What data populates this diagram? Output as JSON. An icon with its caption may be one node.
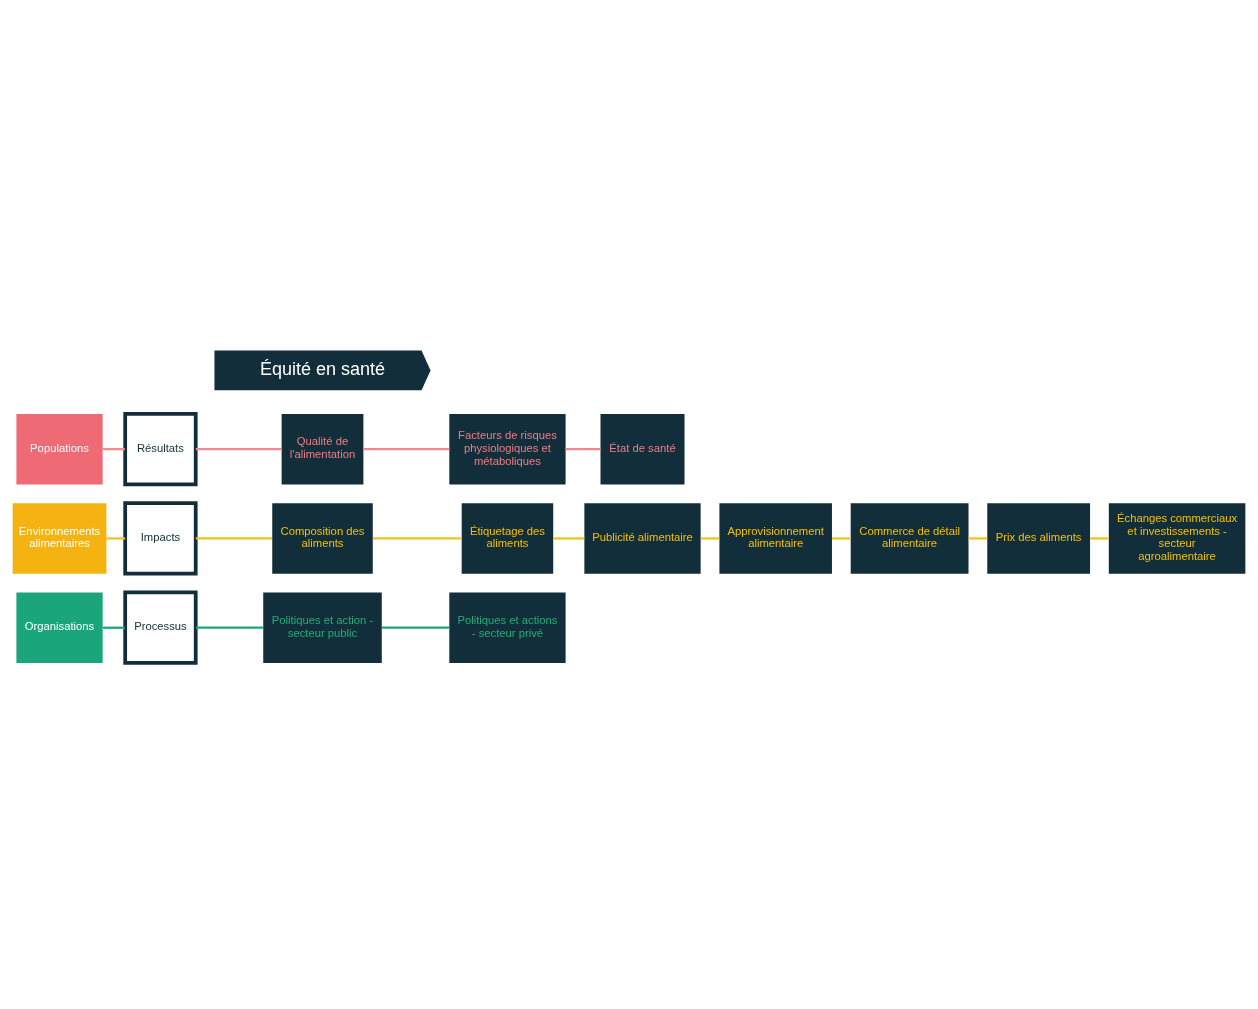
{
  "diagram": {
    "nodes": [
      {
        "text": [
          "Organisations"
        ]
      },
      {
        "text": [
          "Processus"
        ]
      },
      {
        "text": [
          "Politiques et action - secteur public"
        ]
      },
      {
        "text": [
          "Politiques et actions - secteur privé"
        ]
      },
      {
        "text": [
          "Environnements alimentaires"
        ]
      },
      {
        "text": [
          "Impacts"
        ]
      },
      {
        "text": [
          "Composition des aliments"
        ]
      },
      {
        "text": [
          "Étiquetage des aliments"
        ]
      },
      {
        "text": [
          "Publicité alimentaire"
        ]
      },
      {
        "text": [
          "Approvisionnement alimentaire"
        ]
      },
      {
        "text": [
          "Commerce de détail alimentaire"
        ]
      },
      {
        "text": [
          "Prix des aliments"
        ]
      },
      {
        "text": [
          "Échanges commerciaux et investissements - secteur agroalimentaire"
        ]
      },
      {
        "text": [
          "Populations"
        ]
      },
      {
        "text": [
          "Résultats"
        ]
      },
      {
        "text": [
          "Qualité de l'alimentation"
        ]
      },
      {
        "text": [
          "Facteurs de risques physiologiques et métaboliques"
        ]
      },
      {
        "text": [
          "État de santé"
        ]
      },
      {
        "text": [
          "Équité en santé"
        ]
      }
    ],
    "edges": [
      {
        "from": 0,
        "to": 1,
        "arrow": "none",
        "color": "#1aa67a"
      },
      {
        "from": 1,
        "to": 2,
        "arrow": "none",
        "color": "#1aa67a"
      },
      {
        "from": 2,
        "to": 3,
        "arrow": "none",
        "color": "#1aa67a"
      },
      {
        "from": 4,
        "to": 5,
        "arrow": "none",
        "color": "#f2c21b"
      },
      {
        "from": 5,
        "to": 6,
        "arrow": "none",
        "color": "#f2c21b"
      },
      {
        "from": 6,
        "to": 7,
        "arrow": "none",
        "color": "#f2c21b"
      },
      {
        "from": 7,
        "to": 8,
        "arrow": "none",
        "color": "#f2c21b"
      },
      {
        "from": 8,
        "to": 9,
        "arrow": "none",
        "color": "#f2c21b"
      },
      {
        "from": 9,
        "to": 10,
        "arrow": "none",
        "color": "#f2c21b"
      },
      {
        "from": 10,
        "to": 11,
        "arrow": "none",
        "color": "#f2c21b"
      },
      {
        "from": 11,
        "to": 12,
        "arrow": "none",
        "color": "#f2c21b"
      },
      {
        "from": 13,
        "to": 14,
        "arrow": "none",
        "color": "#ee8a8f"
      },
      {
        "from": 14,
        "to": 15,
        "arrow": "none",
        "color": "#ee8a8f"
      },
      {
        "from": 15,
        "to": 16,
        "arrow": "none",
        "color": "#ee8a8f"
      },
      {
        "from": 16,
        "to": 17,
        "arrow": "none",
        "color": "#ee8a8f"
      }
    ]
  }
}
